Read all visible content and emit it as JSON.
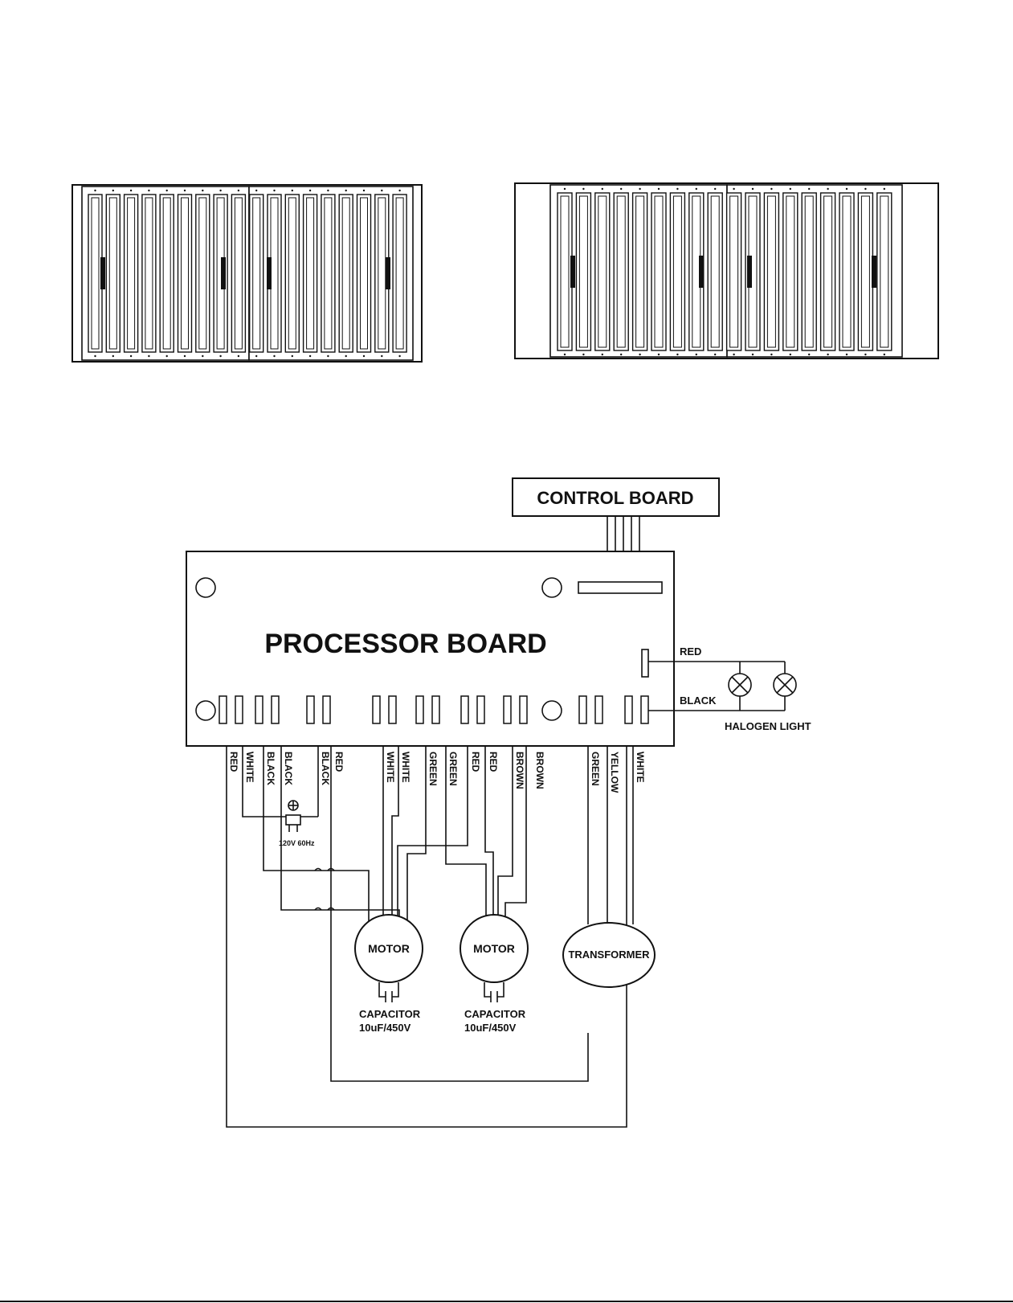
{
  "control_board": "CONTROL BOARD",
  "processor_board": "PROCESSOR BOARD",
  "motor_1": "MOTOR",
  "motor_2": "MOTOR",
  "transformer": "TRANSFORMER",
  "capacitor_1": [
    "CAPACITOR",
    "10uF/450V"
  ],
  "capacitor_2": [
    "CAPACITOR",
    "10uF/450V"
  ],
  "power_plug": "120V 60Hz",
  "halogen_light": "HALOGEN LIGHT",
  "light_wires": [
    "RED",
    "BLACK"
  ],
  "wire_labels": [
    "RED",
    "WHITE",
    "BLACK",
    "BLACK",
    "BLACK",
    "RED",
    "WHITE",
    "WHITE",
    "GREEN",
    "GREEN",
    "RED",
    "RED",
    "BROWN",
    "BROWN",
    "GREEN",
    "YELLOW",
    "WHITE"
  ]
}
